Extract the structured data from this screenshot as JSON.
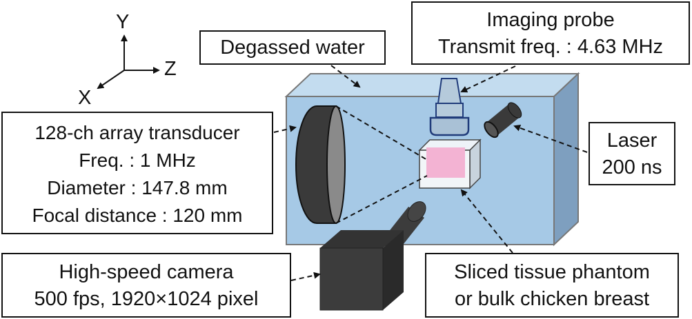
{
  "axes": {
    "y": "Y",
    "z": "Z",
    "x": "X"
  },
  "labels": {
    "water": "Degassed water",
    "probe": {
      "line1": "Imaging probe",
      "line2": "Transmit freq. : 4.63 MHz"
    },
    "transducer": {
      "line1": "128-ch array transducer",
      "line2": "Freq. : 1 MHz",
      "line3": "Diameter : 147.8 mm",
      "line4": "Focal distance : 120 mm"
    },
    "laser": {
      "line1": "Laser",
      "line2": "200 ns"
    },
    "camera": {
      "line1": "High-speed camera",
      "line2": "500 fps, 1920×1024 pixel"
    },
    "phantom": {
      "line1": "Sliced tissue phantom",
      "line2": "or bulk chicken breast"
    }
  },
  "colors": {
    "water_front": "#a6c9e6",
    "water_top": "#c3dcef",
    "water_side": "#7e9fbf",
    "transducer": "#3a3a3a",
    "transducer_face": "#8a8a8a",
    "phantom_pink": "#f3b3d3",
    "probe_outline": "#203b7a"
  }
}
